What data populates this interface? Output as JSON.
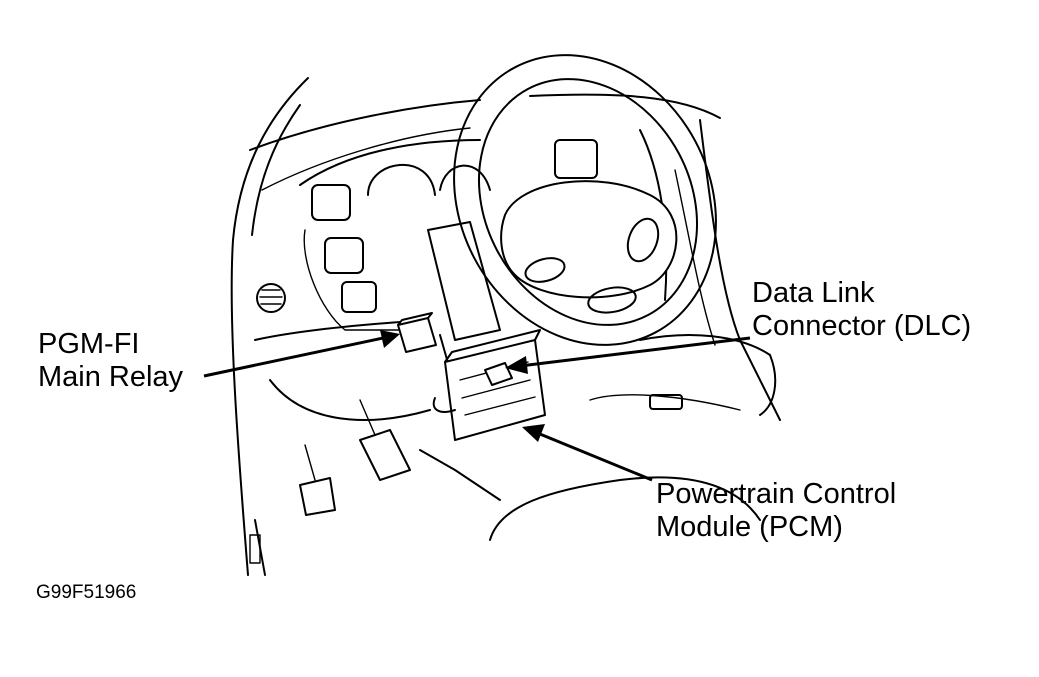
{
  "labels": {
    "relay": {
      "line1": "PGM-FI",
      "line2": "Main Relay"
    },
    "dlc": {
      "line1": "Data Link",
      "line2": "Connector (DLC)"
    },
    "pcm": {
      "line1": "Powertrain Control",
      "line2": "Module (PCM)"
    }
  },
  "figure_id": "G99F51966",
  "colors": {
    "ink": "#000000",
    "paper": "#ffffff"
  }
}
